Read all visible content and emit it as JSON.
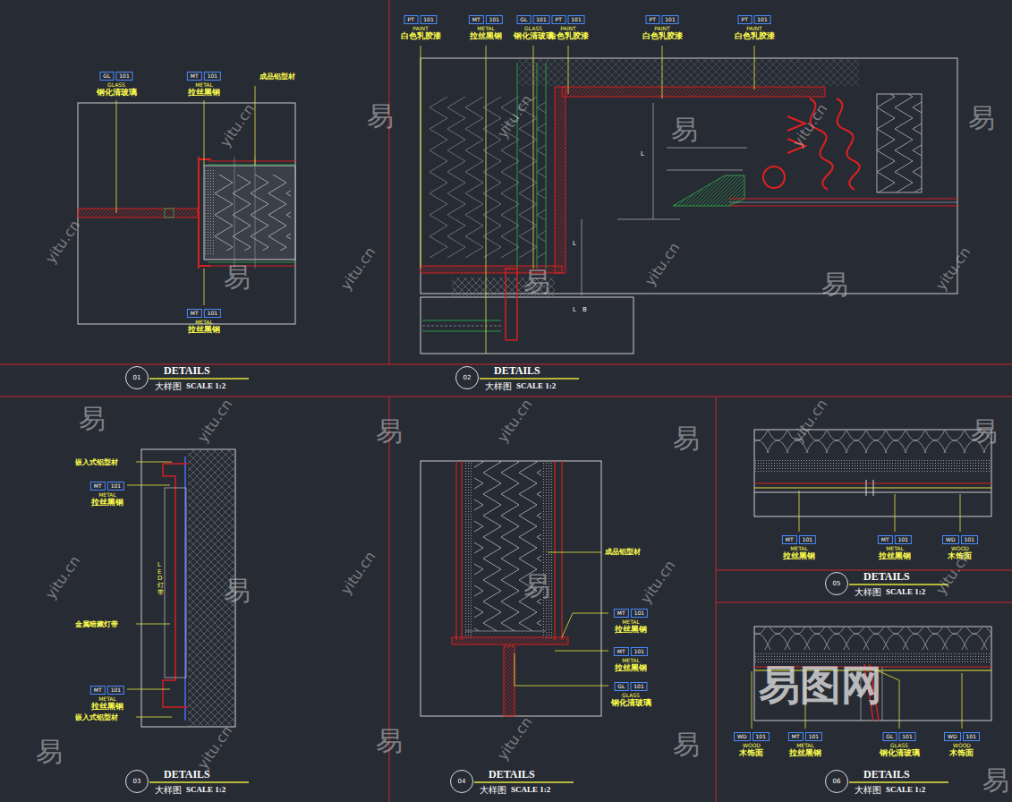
{
  "diagram": {
    "nodes": [
      {
        "text": [
          "GL",
          "101",
          "GLASS",
          "钢化清玻璃"
        ]
      },
      {
        "text": [
          "MT",
          "101",
          "METAL",
          "拉丝黑钢"
        ]
      },
      {
        "text": [
          "MT",
          "101",
          "METAL",
          "拉丝黑钢"
        ]
      },
      {
        "text": [
          "PT",
          "101",
          "PAINT",
          "白色乳胶漆"
        ]
      },
      {
        "text": [
          "MT",
          "101",
          "METAL",
          "拉丝黑钢"
        ]
      },
      {
        "text": [
          "GL",
          "101",
          "GLASS",
          "钢化清玻璃"
        ]
      },
      {
        "text": [
          "PT",
          "101",
          "PAINT",
          "白色乳胶漆"
        ]
      },
      {
        "text": [
          "PT",
          "101",
          "PAINT",
          "白色乳胶漆"
        ]
      },
      {
        "text": [
          "PT",
          "101",
          "PAINT",
          "白色乳胶漆"
        ]
      },
      {
        "text": [
          "MT",
          "101",
          "METAL",
          "拉丝黑钢"
        ]
      },
      {
        "text": [
          "MT",
          "101",
          "METAL",
          "拉丝黑钢"
        ]
      },
      {
        "text": [
          "MT",
          "101",
          "METAL",
          "拉丝黑钢"
        ]
      },
      {
        "text": [
          "MT",
          "101",
          "METAL",
          "拉丝黑钢"
        ]
      },
      {
        "text": [
          "GL",
          "101",
          "GLASS",
          "钢化清玻璃"
        ]
      },
      {
        "text": [
          "MT",
          "101",
          "METAL",
          "拉丝黑钢"
        ]
      },
      {
        "text": [
          "MT",
          "101",
          "METAL",
          "拉丝黑钢"
        ]
      },
      {
        "text": [
          "WD",
          "101",
          "WOOD",
          "木饰面"
        ]
      },
      {
        "text": [
          "WD",
          "101",
          "WOOD",
          "木饰面"
        ]
      },
      {
        "text": [
          "MT",
          "101",
          "METAL",
          "拉丝黑钢"
        ]
      },
      {
        "text": [
          "GL",
          "101",
          "GLASS",
          "钢化清玻璃"
        ]
      },
      {
        "text": [
          "WD",
          "101",
          "WOOD",
          "木饰面"
        ]
      },
      {
        "text": [
          "01"
        ]
      },
      {
        "text": [
          "02"
        ]
      },
      {
        "text": [
          "03"
        ]
      },
      {
        "text": [
          "04"
        ]
      },
      {
        "text": [
          "05"
        ]
      },
      {
        "text": [
          "06"
        ]
      }
    ],
    "labels": [
      "成品铝型材",
      "嵌入式铝型材",
      "金属暗藏灯带",
      "嵌入式铝型材",
      "LED灯带",
      "成品铝型材",
      "DETAILS",
      "大样图",
      "SCALE 1:2",
      "DETAILS",
      "大样图",
      "SCALE 1:2",
      "DETAILS",
      "大样图",
      "SCALE 1:2",
      "DETAILS",
      "大样图",
      "SCALE 1:2",
      "DETAILS",
      "大样图",
      "SCALE 1:2",
      "DETAILS",
      "大样图",
      "SCALE 1:2",
      "L",
      "L",
      "L",
      "B",
      "易",
      "易",
      "易",
      "易",
      "易",
      "易",
      "易",
      "易",
      "易",
      "易",
      "易",
      "易",
      "易",
      "易",
      "易",
      "易",
      "yitu.cn",
      "yitu.cn",
      "yitu.cn",
      "yitu.cn",
      "yitu.cn",
      "yitu.cn",
      "yitu.cn",
      "yitu.cn",
      "yitu.cn",
      "yitu.cn",
      "yitu.cn",
      "yitu.cn",
      "yitu.cn",
      "yitu.cn",
      "yitu.cn",
      "yitu.cn",
      "易图网"
    ]
  }
}
